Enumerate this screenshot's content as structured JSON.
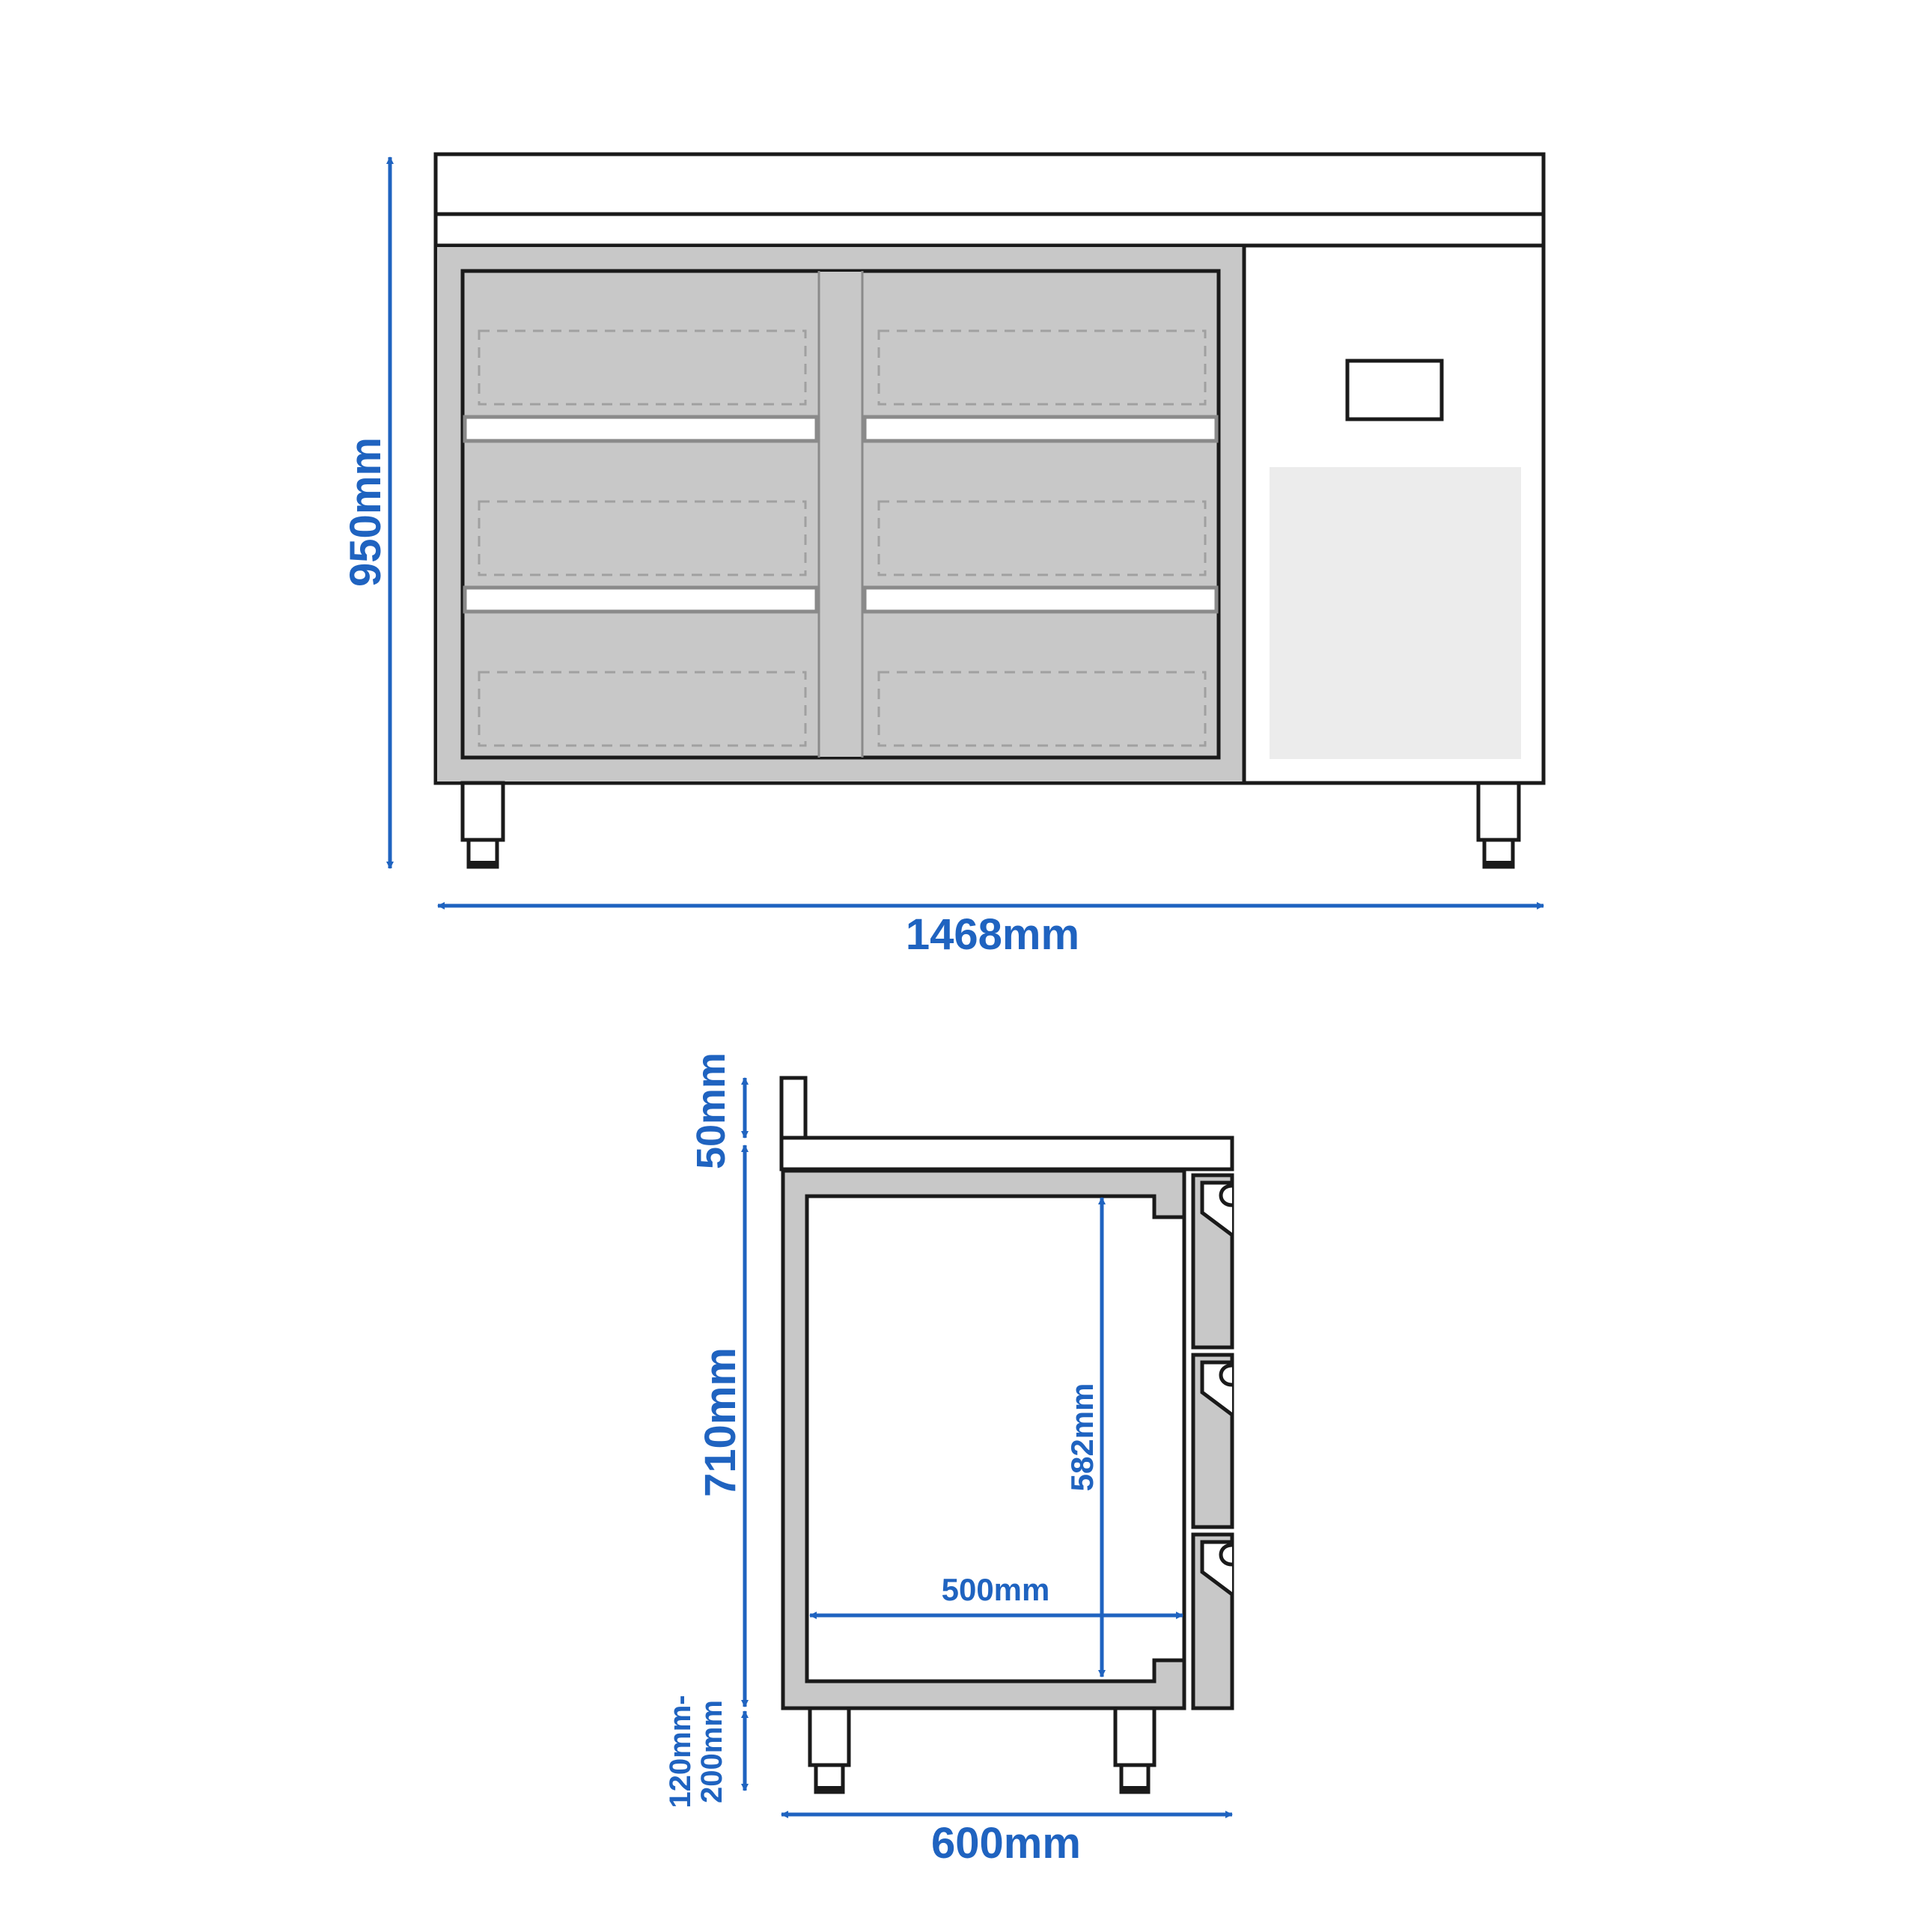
{
  "front_view": {
    "height_label": "950mm",
    "width_label": "1468mm"
  },
  "side_view": {
    "top_label": "50mm",
    "body_label": "710mm",
    "inner_height_label": "582mm",
    "inner_width_label": "500mm",
    "leg_label_line1": "120mm-",
    "leg_label_line2": "200mm",
    "depth_label": "600mm"
  },
  "colors": {
    "dimension": "#1f63c0",
    "outline": "#1a1a1a",
    "frame_grey": "#c8c8c8"
  }
}
